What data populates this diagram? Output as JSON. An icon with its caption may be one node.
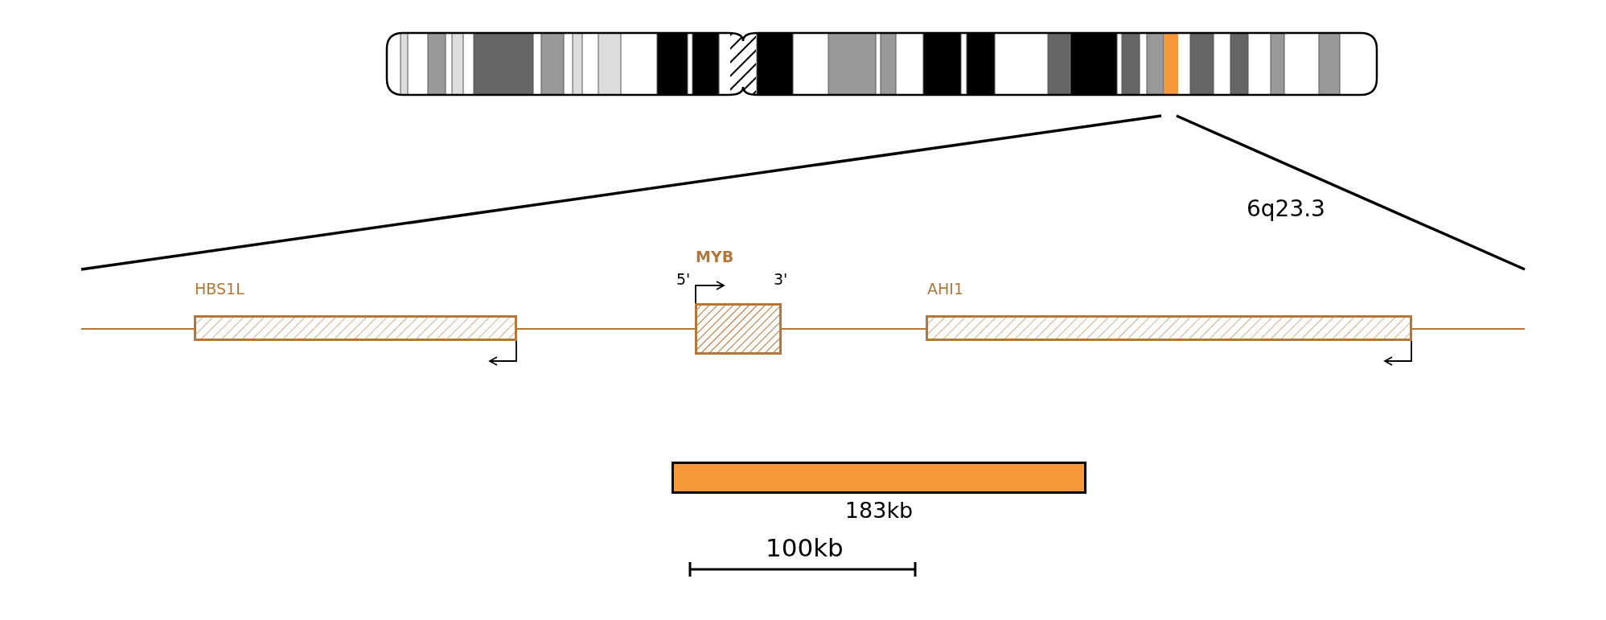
{
  "diagram": {
    "nodes": [
      {
        "text": [
          "HBS1L"
        ]
      },
      {
        "text": [
          "MYB"
        ]
      },
      {
        "text": [
          "AHI1"
        ]
      },
      {
        "text": [
          "183kb"
        ]
      }
    ],
    "labels": [
      "6q23.3",
      "5'",
      "3'",
      "100kb"
    ]
  }
}
